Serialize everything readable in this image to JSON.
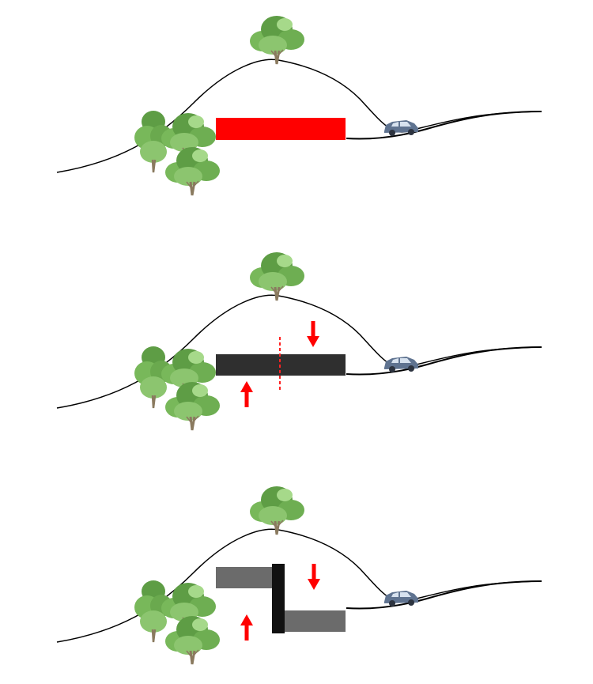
{
  "diagram": {
    "panels": [
      {
        "building_state": "single-volume",
        "block_color": "#ff0000",
        "has_split_line": false,
        "arrows": []
      },
      {
        "building_state": "split-volume",
        "block_color": "#2f2f2f",
        "has_split_line": true,
        "split_line_color": "#ff2222",
        "arrows": [
          "up",
          "down"
        ]
      },
      {
        "building_state": "shifted-volumes",
        "block_color": "#6b6b6b",
        "wall_color": "#111111",
        "has_split_line": false,
        "arrows": [
          "up",
          "down"
        ]
      }
    ],
    "colors": {
      "ground_line": "#000000",
      "tree_dark": "#4f8f3f",
      "tree_light": "#9ccf7e",
      "trunk": "#8a7a5f",
      "car_body": "#5f7390",
      "car_window": "#d7e2ef",
      "arrow": "#ff0000"
    },
    "icons": [
      "tree-icon",
      "car-icon",
      "arrow-up-icon",
      "arrow-down-icon"
    ]
  }
}
